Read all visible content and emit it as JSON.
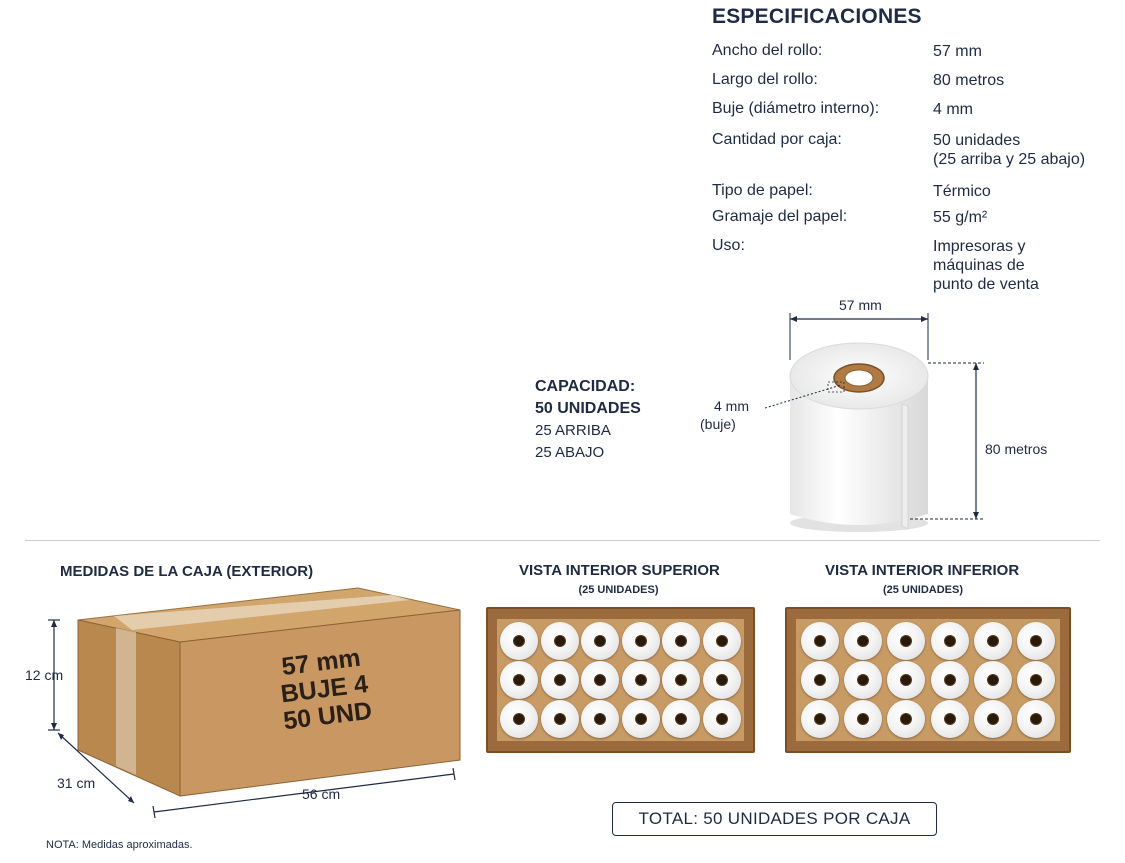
{
  "specs": {
    "title": "ESPECIFICACIONES",
    "rows": [
      {
        "label": "Ancho del rollo:",
        "value": "57 mm"
      },
      {
        "label": "Largo del rollo:",
        "value": "80 metros"
      },
      {
        "label": "Buje (diámetro interno):",
        "value": "4 mm"
      },
      {
        "label": "Cantidad por caja:",
        "value": "50 unidades\n(25 arriba y 25 abajo)"
      },
      {
        "label": "Tipo de papel:",
        "value": "Térmico"
      },
      {
        "label": "Gramaje del papel:",
        "value": "55 g/m²"
      },
      {
        "label": "Uso:",
        "value": "Impresoras y\nmáquinas de\npunto de venta"
      }
    ]
  },
  "capacity": {
    "line1": "CAPACIDAD:",
    "line2": "50 UNIDADES",
    "line3": "25 ARRIBA",
    "line4": "25 ABAJO"
  },
  "roll_diagram": {
    "width_label": "57 mm",
    "core_label_1": "4 mm",
    "core_label_2": "(buje)",
    "length_label": "80 metros"
  },
  "box": {
    "title": "MEDIDAS DE LA CAJA (EXTERIOR)",
    "height_label": "12 cm",
    "depth_label": "31 cm",
    "length_label": "56 cm",
    "print_line1": "57 mm",
    "print_line2": "BUJE 4",
    "print_line3": "50 UND"
  },
  "top_view": {
    "title": "VISTA INTERIOR SUPERIOR",
    "subtitle": "(25 UNIDADES)"
  },
  "bottom_view": {
    "title": "VISTA INTERIOR INFERIOR",
    "subtitle": "(25 UNIDADES)"
  },
  "total": "TOTAL: 50 UNIDADES POR CAJA",
  "note": "NOTA: Medidas aproximadas.",
  "colors": {
    "text": "#1f2a44",
    "cardboard": "#c89a64",
    "roll": "#f4f4f4"
  }
}
